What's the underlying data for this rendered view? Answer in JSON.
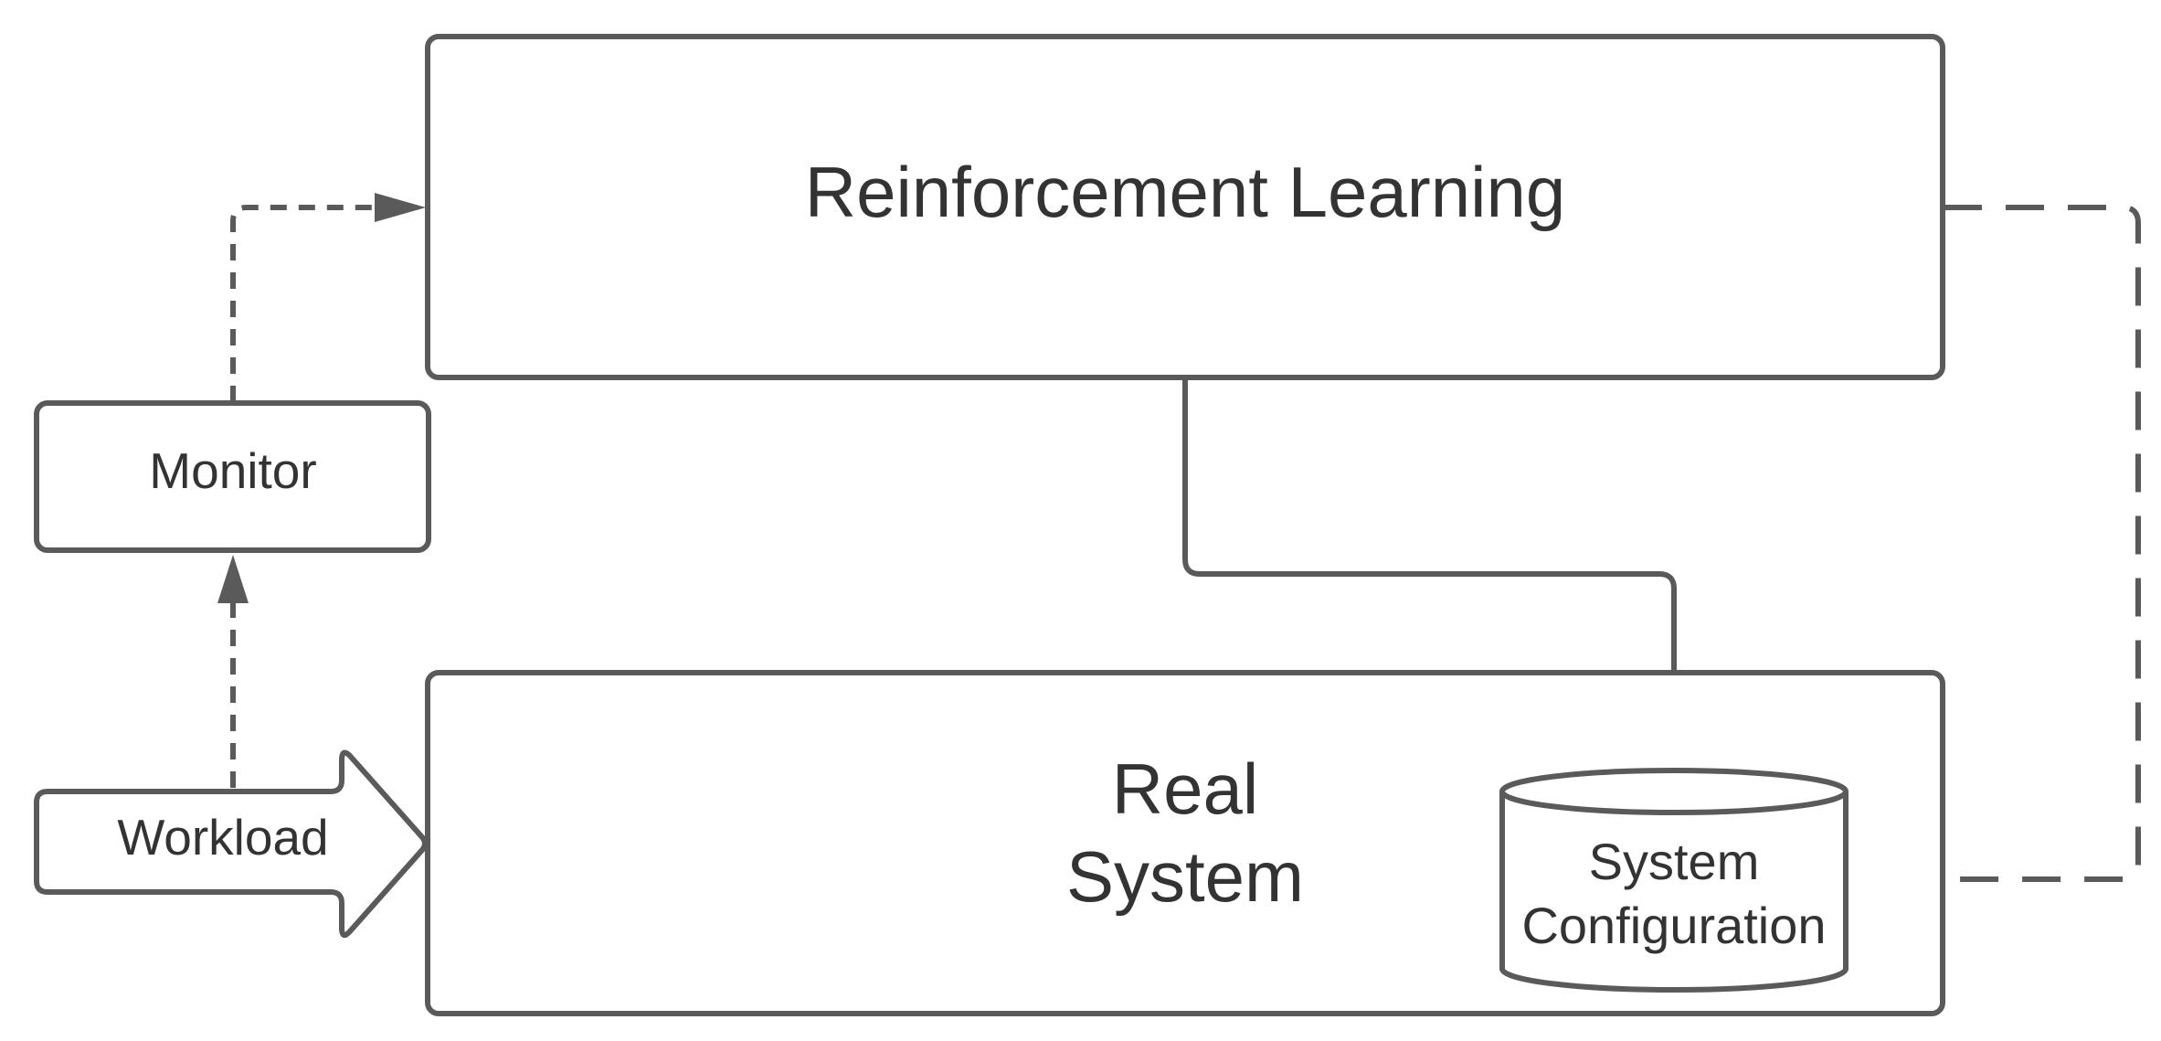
{
  "diagram": {
    "nodes": {
      "reinforcement_learning": {
        "label": "Reinforcement Learning"
      },
      "monitor": {
        "label": "Monitor"
      },
      "workload": {
        "label": "Workload"
      },
      "real_system": {
        "label_line1": "Real",
        "label_line2": "System"
      },
      "system_configuration": {
        "label_line1": "System",
        "label_line2": "Configuration"
      }
    },
    "edges": [
      {
        "from": "workload",
        "to": "monitor",
        "style": "dashed"
      },
      {
        "from": "monitor",
        "to": "reinforcement_learning",
        "style": "dashed"
      },
      {
        "from": "reinforcement_learning",
        "to": "system_configuration",
        "style": "solid"
      },
      {
        "from": "reinforcement_learning",
        "to": "system_configuration",
        "style": "long-dashed"
      },
      {
        "from": "workload",
        "to": "real_system",
        "style": "block-arrow"
      }
    ],
    "colors": {
      "stroke": "#5a5a5a",
      "text": "#333333",
      "background": "#ffffff"
    }
  }
}
